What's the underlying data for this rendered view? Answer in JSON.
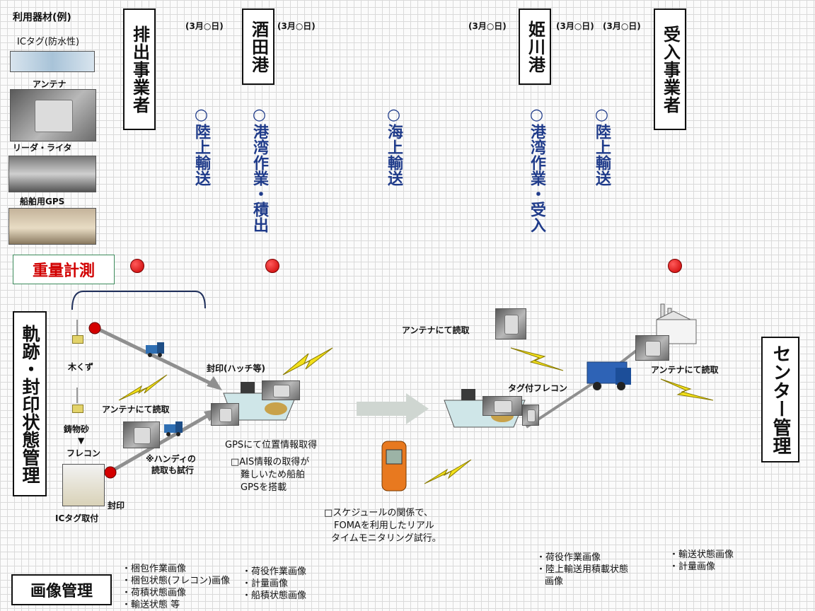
{
  "equipment": {
    "heading": "利用器材(例)",
    "items": [
      {
        "label": "ICタグ(防水性)"
      },
      {
        "label": "アンテナ"
      },
      {
        "label": "リーダ・ライタ"
      },
      {
        "label": "船舶用GPS"
      }
    ]
  },
  "weight_label": "重量計測",
  "stages": [
    {
      "label": "排出事業者"
    },
    {
      "label": "酒田港"
    },
    {
      "label": "姫川港"
    },
    {
      "label": "受入事業者"
    }
  ],
  "dates": [
    "(3月○日)",
    "(3月○日)",
    "(3月○日)",
    "(3月○日)",
    "(3月○日)"
  ],
  "steps": [
    "○陸上輸送",
    "○港湾作業・積出",
    "○海上輸送",
    "○港湾作業・受入",
    "○陸上輸送"
  ],
  "left_section": "軌跡・封印状態管理",
  "right_section": "センター管理",
  "bottom_section": "画像管理",
  "flow": {
    "wood": "木くず",
    "foundry_sand": "鋳物砂",
    "flexcon": "フレコン",
    "antenna_read_left": "アンテナにて読取",
    "handy_note": [
      "※ハンディの",
      "読取も試行"
    ],
    "seal_hatch": "封印(ハッチ等)",
    "seal": "封印",
    "ic_tag_attach": "ICタグ取付",
    "gps_info": "GPSにて位置情報取得",
    "ais_note": [
      "□AIS情報の取得が",
      "難しいため船舶",
      "GPSを搭載"
    ],
    "schedule_note": [
      "□スケジュールの関係で、",
      "FOMAを利用したリアル",
      "タイムモニタリング試行。"
    ],
    "antenna_read_mid": "アンテナにて読取",
    "tagged_flexcon": "タグ付フレコン",
    "antenna_read_right": "アンテナにて読取"
  },
  "image_lists": {
    "col1": [
      "・梱包作業画像",
      "・梱包状態(フレコン)画像",
      "・荷積状態画像",
      "・輸送状態 等"
    ],
    "col2": [
      "・荷役作業画像",
      "・計量画像",
      "・船積状態画像"
    ],
    "col3": [
      "・荷役作業画像",
      "・陸上輸送用積載状態",
      "画像"
    ],
    "col4": [
      "・輸送状態画像",
      "・計量画像"
    ]
  }
}
